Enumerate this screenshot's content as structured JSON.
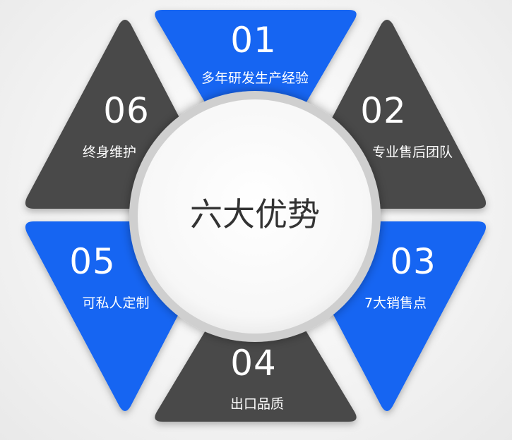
{
  "center": {
    "title": "六大优势"
  },
  "colors": {
    "blue": "#1565f2",
    "dark": "#4a4a4a",
    "circle": "#ffffff",
    "center_text": "#333333"
  },
  "segments": [
    {
      "number": "01",
      "text": "多年研发生产经验",
      "color": "blue"
    },
    {
      "number": "02",
      "text": "专业售后团队",
      "color": "dark"
    },
    {
      "number": "03",
      "text": "7大销售点",
      "color": "blue"
    },
    {
      "number": "04",
      "text": "出口品质",
      "color": "dark"
    },
    {
      "number": "05",
      "text": "可私人定制",
      "color": "blue"
    },
    {
      "number": "06",
      "text": "终身维护",
      "color": "dark"
    }
  ]
}
